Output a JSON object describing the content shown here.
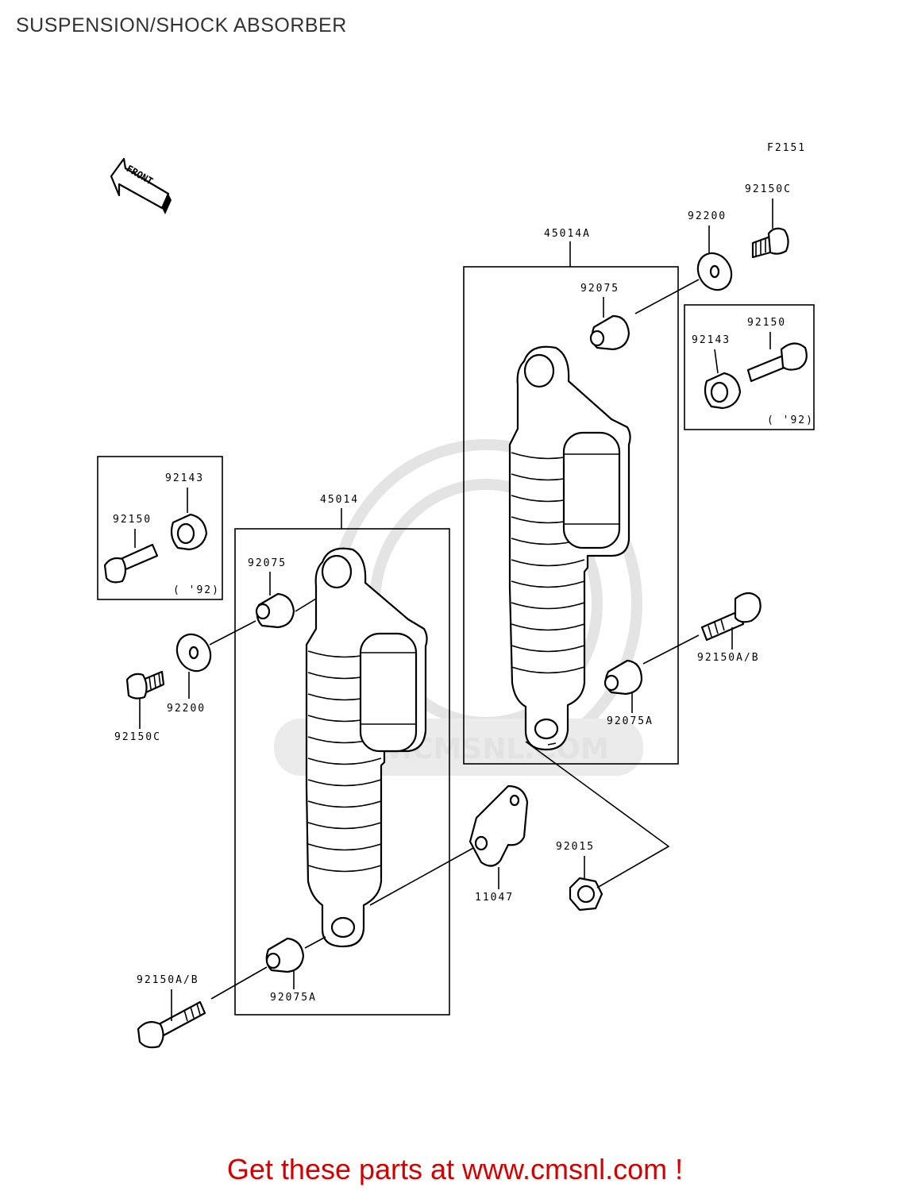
{
  "title": "SUSPENSION/SHOCK ABSORBER",
  "figure_code": "F2151",
  "front_arrow_label": "FRONT",
  "watermark_text": "WWW.CMSNL.COM",
  "parts": {
    "p45014A": "45014A",
    "p45014": "45014",
    "p92075_a": "92075",
    "p92075_b": "92075",
    "p92075A_a": "92075A",
    "p92075A_b": "92075A",
    "p92200_a": "92200",
    "p92200_b": "92200",
    "p92150C_a": "92150C",
    "p92150C_b": "92150C",
    "p92150AB_a": "92150A/B",
    "p92150AB_b": "92150A/B",
    "p92143_a": "92143",
    "p92143_b": "92143",
    "p92150_a": "92150",
    "p92150_b": "92150",
    "p92015": "92015",
    "p11047": "11047",
    "note92_a": "( '92)",
    "note92_b": "( '92)"
  },
  "footer_text": "Get these parts at www.cmsnl.com !",
  "colors": {
    "footer": "#d40000",
    "title": "#333333",
    "watermark": "#e4e4e4"
  }
}
